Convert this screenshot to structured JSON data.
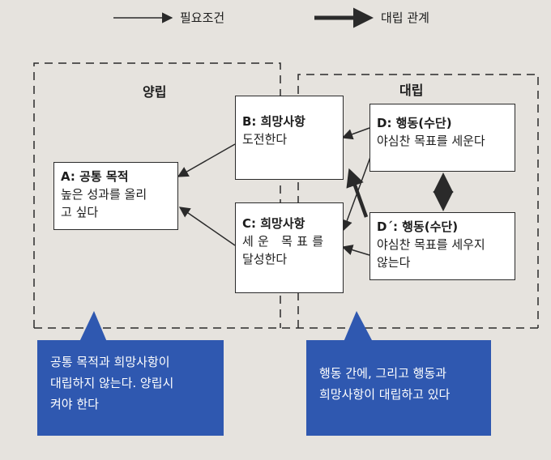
{
  "legend": {
    "necessary_condition": "필요조건",
    "conflict_relation": "대립 관계"
  },
  "regions": {
    "coexist": "양립",
    "conflict": "대립"
  },
  "nodes": {
    "a": {
      "title": "A: 공통 목적",
      "lines": [
        "높은 성과를 올리",
        "고 싶다"
      ]
    },
    "b": {
      "title": "B: 희망사항",
      "lines": [
        "도전한다"
      ]
    },
    "c": {
      "title": "C: 희망사항",
      "lines": [
        "세운 목표를",
        "달성한다"
      ]
    },
    "d": {
      "title": "D: 행동(수단)",
      "lines": [
        "야심찬 목표를 세운다"
      ]
    },
    "d2": {
      "title": "D´: 행동(수단)",
      "lines": [
        "야심찬 목표를 세우지",
        "않는다"
      ]
    }
  },
  "callouts": {
    "left": [
      "공통 목적과 희망사항이",
      "대립하지 않는다. 양립시",
      "켜야 한다"
    ],
    "right": [
      "행동 간에, 그리고 행동과",
      "희망사항이 대립하고 있다"
    ]
  },
  "colors": {
    "callout": "#2f58b0",
    "background": "#e6e3de",
    "box": "#ffffff",
    "line": "#2a2a2a"
  }
}
